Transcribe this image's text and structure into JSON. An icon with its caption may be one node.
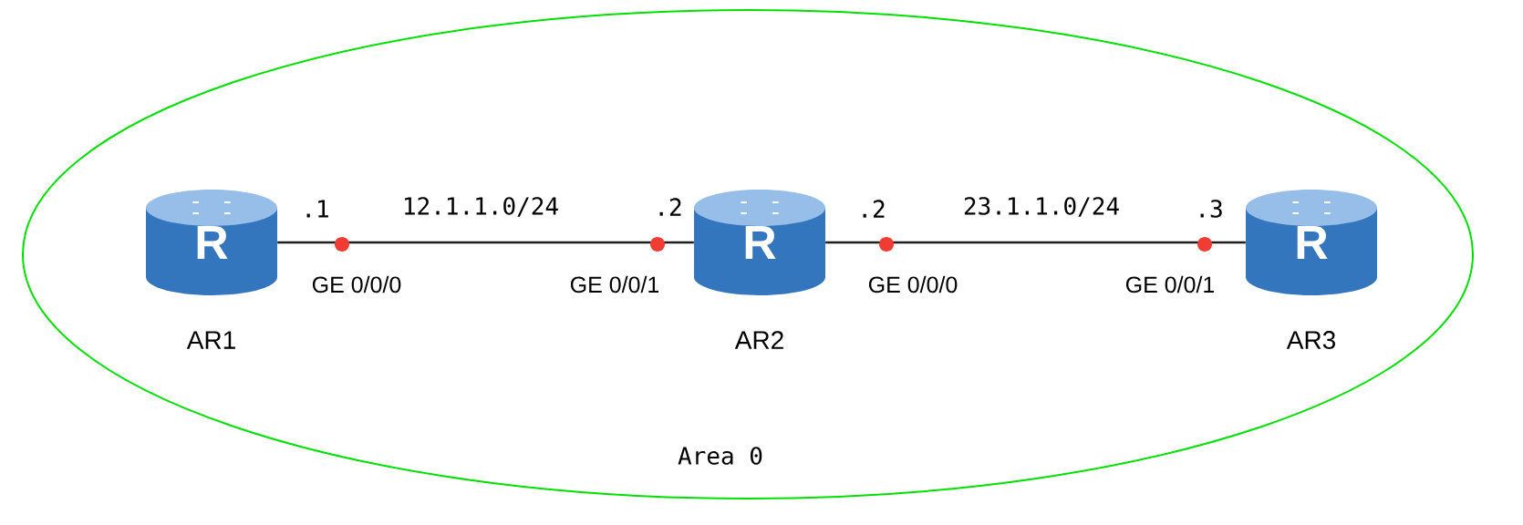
{
  "diagram": {
    "nodes": [
      {
        "text": [
          "Area 0"
        ]
      },
      {
        "text": [
          "R",
          "AR1"
        ],
        "in": 0
      },
      {
        "text": [
          "R",
          "AR2"
        ],
        "in": 0
      },
      {
        "text": [
          "R",
          "AR3"
        ],
        "in": 0
      }
    ],
    "edges": [
      {
        "from": 1,
        "to": 2,
        "arrow": "none",
        "label": "12.1.1.0/24"
      },
      {
        "from": 2,
        "to": 3,
        "arrow": "none",
        "label": "23.1.1.0/24"
      }
    ],
    "labels": [
      ".1",
      ".2",
      ".2",
      ".3",
      "GE 0/0/0",
      "GE 0/0/1",
      "GE 0/0/0",
      "GE 0/0/1"
    ]
  }
}
